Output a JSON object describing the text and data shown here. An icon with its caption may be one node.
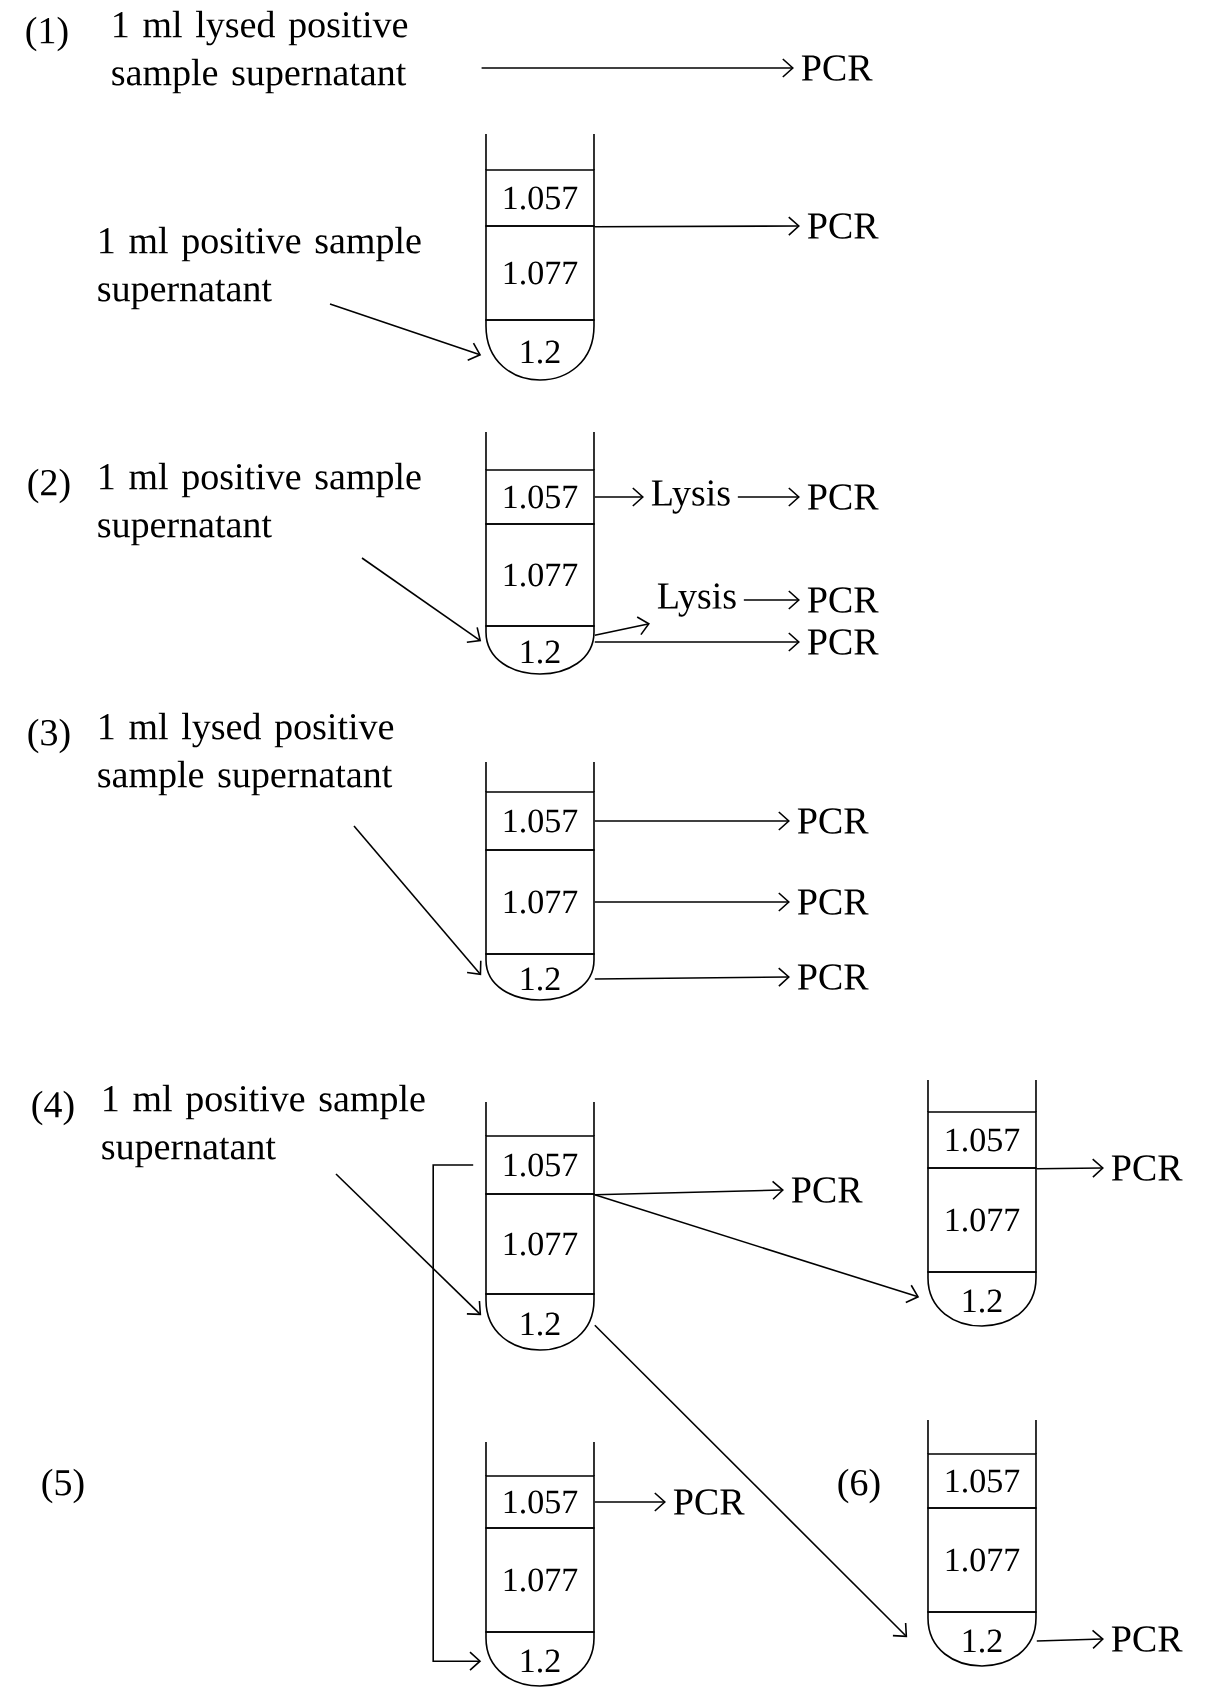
{
  "diagram": {
    "nodes": [
      {
        "text": [
          "1 ml lysed positive sample supernatant"
        ]
      },
      {
        "text": [
          "PCR"
        ]
      },
      {
        "text": [
          "1 ml positive sample supernatant"
        ]
      },
      {
        "text": [
          "1.057"
        ]
      },
      {
        "text": [
          "1.077"
        ]
      },
      {
        "text": [
          "1.2"
        ]
      },
      {
        "text": [
          "PCR"
        ]
      },
      {
        "text": [
          "1 ml positive sample supernatant"
        ]
      },
      {
        "text": [
          "1.057"
        ]
      },
      {
        "text": [
          "1.077"
        ]
      },
      {
        "text": [
          "1.2"
        ]
      },
      {
        "text": [
          "Lysis"
        ]
      },
      {
        "text": [
          "PCR"
        ]
      },
      {
        "text": [
          "Lysis"
        ]
      },
      {
        "text": [
          "PCR"
        ]
      },
      {
        "text": [
          "PCR"
        ]
      },
      {
        "text": [
          "1 ml lysed positive sample supernatant"
        ]
      },
      {
        "text": [
          "1.057"
        ]
      },
      {
        "text": [
          "1.077"
        ]
      },
      {
        "text": [
          "1.2"
        ]
      },
      {
        "text": [
          "PCR"
        ]
      },
      {
        "text": [
          "PCR"
        ]
      },
      {
        "text": [
          "PCR"
        ]
      },
      {
        "text": [
          "1 ml positive sample supernatant"
        ]
      },
      {
        "text": [
          "1.057"
        ]
      },
      {
        "text": [
          "1.077"
        ]
      },
      {
        "text": [
          "1.2"
        ]
      },
      {
        "text": [
          "PCR"
        ]
      },
      {
        "text": [
          "1.057"
        ]
      },
      {
        "text": [
          "1.077"
        ]
      },
      {
        "text": [
          "1.2"
        ]
      },
      {
        "text": [
          "PCR"
        ]
      },
      {
        "text": [
          "1.057"
        ]
      },
      {
        "text": [
          "1.077"
        ]
      },
      {
        "text": [
          "1.2"
        ]
      },
      {
        "text": [
          "PCR"
        ]
      },
      {
        "text": [
          "1.057"
        ]
      },
      {
        "text": [
          "1.077"
        ]
      },
      {
        "text": [
          "1.2"
        ]
      },
      {
        "text": [
          "PCR"
        ]
      }
    ],
    "edges": [
      {
        "from": 0,
        "to": 1,
        "arrow": "to"
      },
      {
        "from": 3,
        "to": 6,
        "arrow": "to"
      },
      {
        "from": 2,
        "to": 5,
        "arrow": "to"
      },
      {
        "from": 8,
        "to": 11,
        "arrow": "to"
      },
      {
        "from": 11,
        "to": 12,
        "arrow": "to"
      },
      {
        "from": 7,
        "to": 10,
        "arrow": "to"
      },
      {
        "from": 10,
        "to": 13,
        "arrow": "to"
      },
      {
        "from": 13,
        "to": 14,
        "arrow": "to"
      },
      {
        "from": 10,
        "to": 15,
        "arrow": "to"
      },
      {
        "from": 17,
        "to": 20,
        "arrow": "to"
      },
      {
        "from": 16,
        "to": 19,
        "arrow": "to"
      },
      {
        "from": 18,
        "to": 21,
        "arrow": "to"
      },
      {
        "from": 19,
        "to": 22,
        "arrow": "to"
      },
      {
        "from": 28,
        "to": 31,
        "arrow": "to"
      },
      {
        "from": 24,
        "to": 27,
        "arrow": "to"
      },
      {
        "from": 24,
        "to": 30,
        "arrow": "to"
      },
      {
        "from": 24,
        "to": 34,
        "arrow": "to"
      },
      {
        "from": 23,
        "to": 26,
        "arrow": "to"
      },
      {
        "from": 26,
        "to": 38,
        "arrow": "to"
      },
      {
        "from": 32,
        "to": 35,
        "arrow": "to"
      },
      {
        "from": 38,
        "to": 39,
        "arrow": "to"
      }
    ],
    "labels": [
      "(1)",
      "(2)",
      "(3)",
      "(4)",
      "(5)",
      "(6)"
    ]
  }
}
